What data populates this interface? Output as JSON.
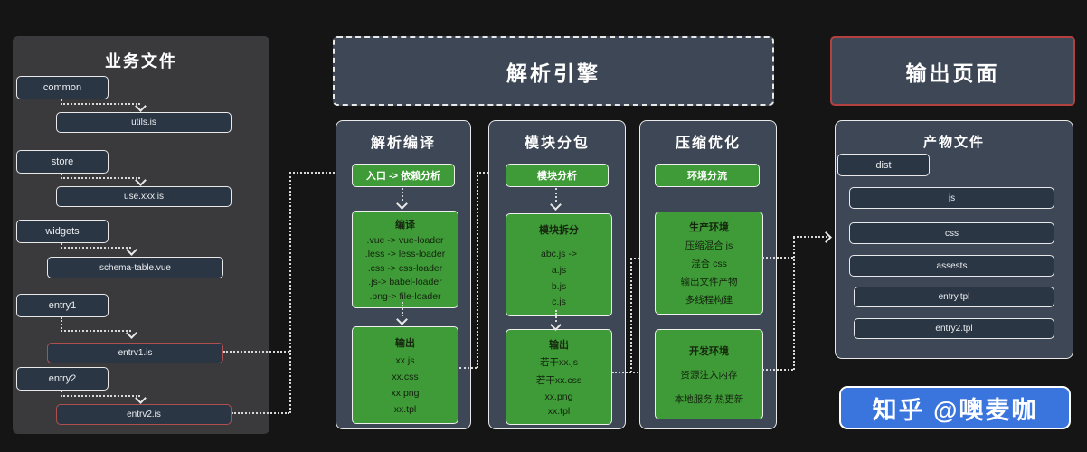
{
  "left_panel": {
    "title": "业务文件",
    "groups": [
      {
        "folder": "common",
        "file": "utils.is"
      },
      {
        "folder": "store",
        "file": "use.xxx.is"
      },
      {
        "folder": "widgets",
        "file": "schema-table.vue"
      },
      {
        "folder": "entry1",
        "file": "entrv1.is"
      },
      {
        "folder": "entry2",
        "file": "entrv2.is"
      }
    ]
  },
  "engine": {
    "header": "解析引擎",
    "columns": [
      {
        "title": "解析编译",
        "step": "入口 -> 依赖分析",
        "boxes": [
          {
            "title": "编译",
            "lines": [
              ".vue -> vue-loader",
              ".less -> less-loader",
              ".css -> css-loader",
              ".js-> babel-loader",
              ".png-> file-loader"
            ]
          },
          {
            "title": "输出",
            "lines": [
              "xx.js",
              "xx.css",
              "xx.png",
              "xx.tpl"
            ]
          }
        ]
      },
      {
        "title": "模块分包",
        "step": "模块分析",
        "boxes": [
          {
            "title": "模块拆分",
            "lines": [
              "abc.js ->",
              "a.js",
              "b.js",
              "c.js"
            ]
          },
          {
            "title": "输出",
            "lines": [
              "若干xx.js",
              "若干xx.css",
              "xx.png",
              "xx.tpl"
            ]
          }
        ]
      },
      {
        "title": "压缩优化",
        "step": "环境分流",
        "boxes": [
          {
            "title": "生产环境",
            "lines": [
              "压缩混合 js",
              "混合 css",
              "输出文件产物",
              "多线程构建"
            ]
          },
          {
            "title": "开发环境",
            "lines": [
              "资源注入内存",
              "本地服务 热更新"
            ]
          }
        ]
      }
    ]
  },
  "output": {
    "header": "输出页面",
    "panel_title": "产物文件",
    "root": "dist",
    "files": [
      "js",
      "css",
      "assests",
      "entry.tpl",
      "entry2.tpl"
    ]
  },
  "watermark": "知乎 @噢麦咖",
  "colors": {
    "background": "#151516",
    "left_panel_bg": "#3a3a3c",
    "slate_panel_bg": "#3e4755",
    "file_box_bg": "#2b3645",
    "green_box": "#3e9b37",
    "red_border": "#b3413f",
    "watermark_blue": "#3a74dd"
  }
}
